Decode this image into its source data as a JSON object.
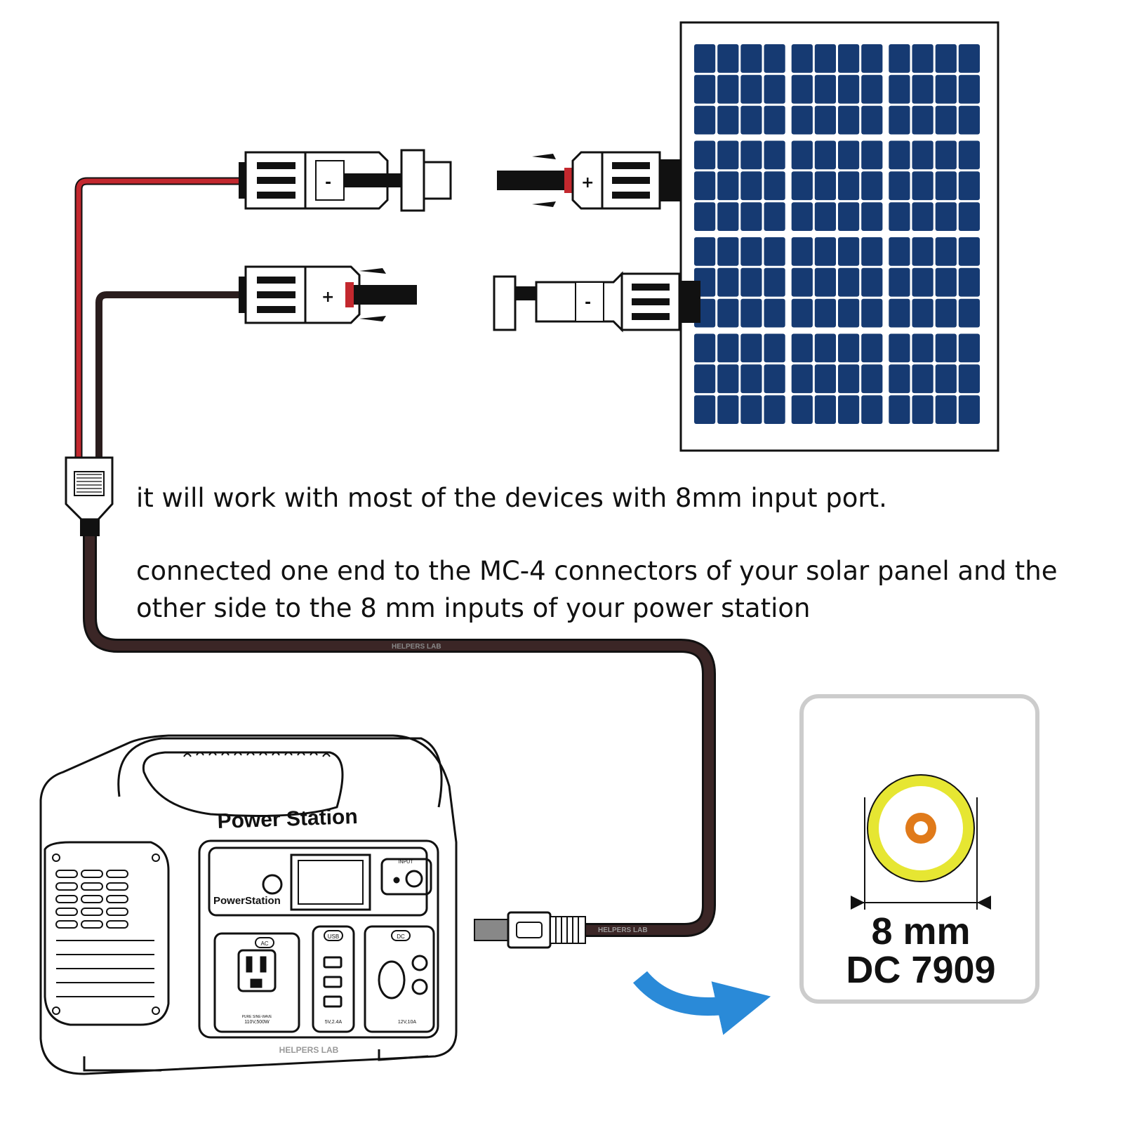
{
  "instructions": {
    "line1": "it will work with most of the devices with 8mm input port.",
    "line2a": "connected one end to the MC-4 connectors of your solar panel and the",
    "line2b": "other side to the 8 mm inputs of your power station"
  },
  "connector_spec": {
    "size": "8 mm",
    "type": "DC 7909"
  },
  "power_station": {
    "top_label": "Power Station",
    "brand": "PowerStation",
    "input_label": "INPUT",
    "ac_label": "AC",
    "usb_label": "USB",
    "dc_label": "DC",
    "ac_rating_top": "PURE SINE-WAVE",
    "ac_rating": "110V,500W",
    "usb_rating": "5V,2.4A",
    "dc_rating": "12V,10A",
    "logo": "HELPERS LAB"
  },
  "mc4": {
    "positive_symbol": "+",
    "negative_symbol": "-"
  },
  "cable_logo": "HELPERS LAB",
  "colors": {
    "panel_cell": "#163a72",
    "red_wire": "#c3282e",
    "black_wire": "#2a1d1d",
    "arrow": "#2a8ad8",
    "ring_yellow": "#e6e632",
    "pin_orange": "#e07a1a",
    "box_border": "#cccccc"
  },
  "icons": [
    "solar-panel-icon",
    "mc4-connector-icon",
    "power-station-icon",
    "dc-plug-icon",
    "curved-arrow-icon"
  ]
}
